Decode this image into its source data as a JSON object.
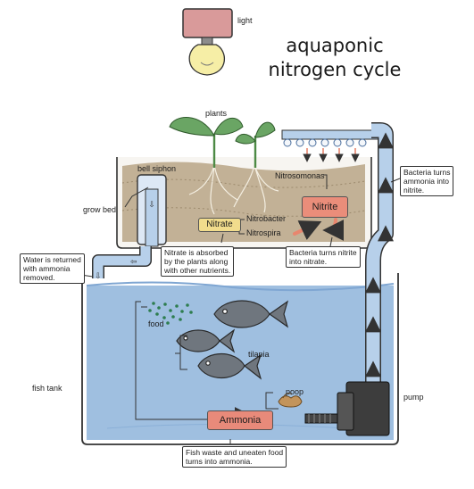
{
  "title": {
    "line1": "aquaponic",
    "line2": "nitrogen cycle"
  },
  "labels": {
    "light": "light",
    "plants": "plants",
    "bell_siphon": "bell siphon",
    "grow_bed": "grow bed",
    "nitrosomonas": "Nitrosomonas",
    "nitrobacter": "Nitrobacter",
    "nitrospira": "Nitrospira",
    "food": "food",
    "tilapia": "tilapia",
    "poop": "poop",
    "fish_tank": "fish tank",
    "pump": "pump"
  },
  "boxes": {
    "nitrate": "Nitrate",
    "nitrite": "Nitrite",
    "ammonia": "Ammonia"
  },
  "notes": {
    "bacteria_nitrite": "Bacteria turns\nammonia into\nnitrite.",
    "water_returned": "Water is returned\nwith ammonia\nremoved.",
    "nitrate_absorbed": "Nitrate is absorbed\nby the plants along\nwith other nutrients.",
    "bacteria_nitrate": "Bacteria turns nitrite\ninto nitrate.",
    "fish_waste": "Fish waste and uneaten food\nturns into ammonia."
  },
  "colors": {
    "water": "#9fbfe0",
    "water_dark": "#7fa6d2",
    "pipe": "#b7d0ea",
    "soil": "#b9a486",
    "light_box": "#d99a9a",
    "bulb": "#f6eea6",
    "nitrate_box": "#f1dc8c",
    "nitrite_box": "#ea8d7a",
    "ammonia_box": "#e88a7a",
    "arrow": "#e8866e",
    "fish": "#6f767e",
    "food_pellets": "#2e7d4f",
    "leaf": "#6aa564"
  }
}
